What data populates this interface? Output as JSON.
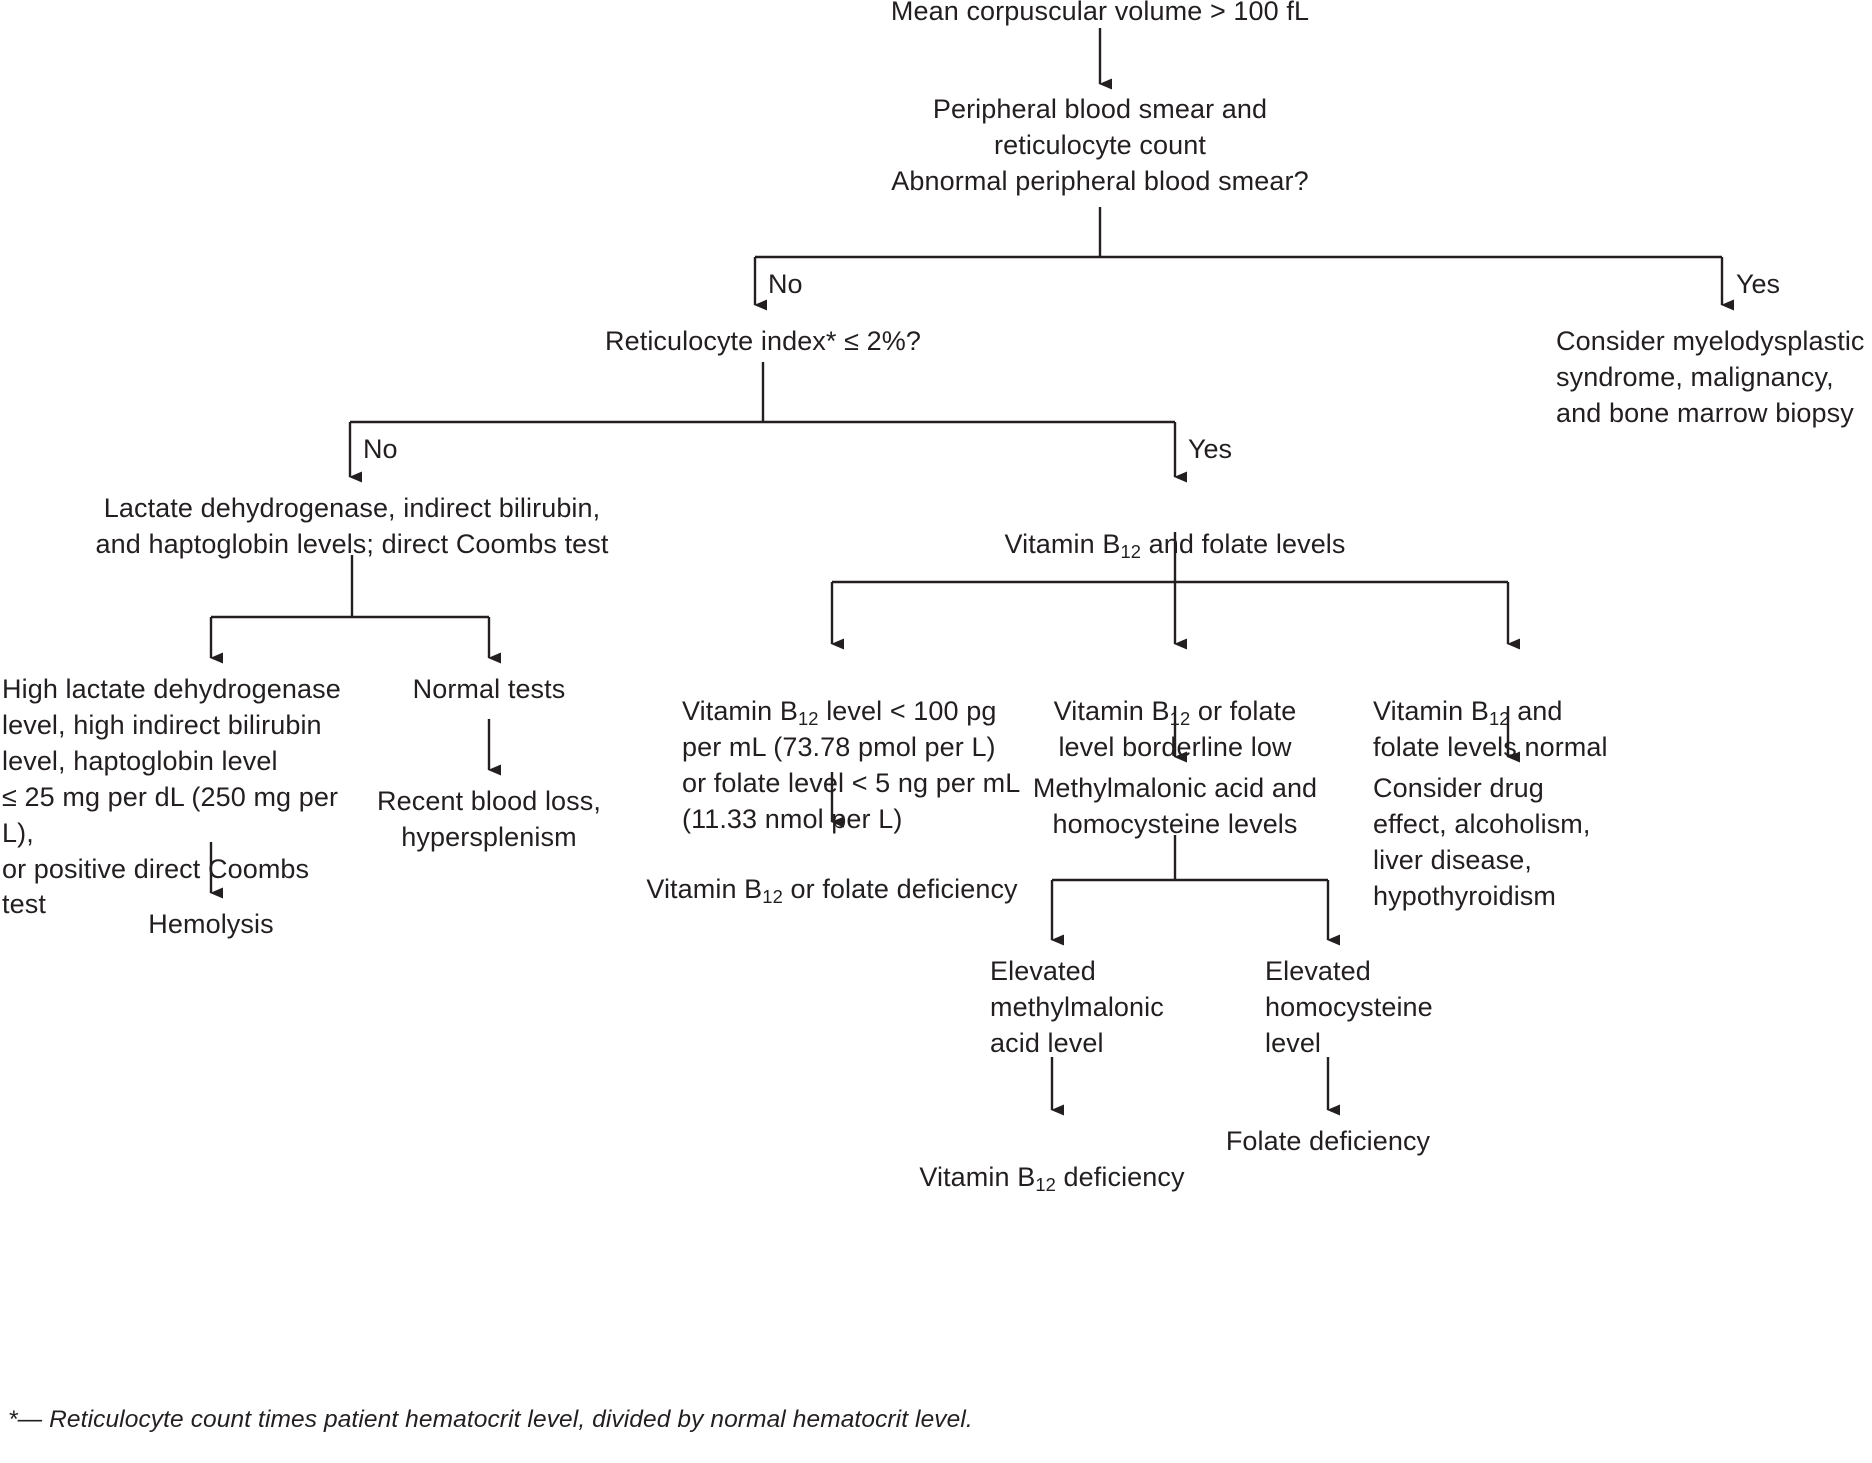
{
  "diagram": {
    "type": "flowchart",
    "title": "Evaluation of macrocytic anemia (mean corpuscular volume > 100 fL)",
    "background_color": "#ffffff",
    "line_color": "#231f20",
    "text_color": "#231f20",
    "nodes": {
      "mcv": "Mean corpuscular volume > 100 fL",
      "smear": "Peripheral blood smear and\nreticulocyte count\nAbnormal peripheral blood smear?",
      "myelodysplastic": "Consider myelodysplastic\nsyndrome, malignancy,\nand bone marrow biopsy",
      "retic_index": "Reticulocyte index* ≤ 2%?",
      "ldh_panel": "Lactate dehydrogenase, indirect bilirubin,\nand haptoglobin levels; direct Coombs test",
      "b12_folate": "Vitamin B12 and folate levels",
      "high_ldh": "High lactate dehydrogenase\nlevel, high indirect bilirubin\nlevel, haptoglobin level\n≤ 25 mg per dL (250 mg per L),\nor positive direct Coombs test",
      "normal_tests": "Normal tests",
      "hemolysis": "Hemolysis",
      "recent_blood_loss": "Recent blood loss,\nhypersplenism",
      "b12_low": "Vitamin B12 level < 100 pg\nper mL (73.78 pmol per L)\nor folate level < 5 ng per mL\n(11.33 nmol per L)",
      "b12_deficiency": "Vitamin B12 or folate deficiency",
      "borderline_low": "Vitamin B12 or folate\nlevel borderline low",
      "mma_homocysteine": "Methylmalonic acid and\nhomocysteine levels",
      "levels_normal": "Vitamin B12 and\nfolate levels normal",
      "consider_drug": "Consider drug\neffect, alcoholism,\nliver disease,\nhypothyroidism",
      "elevated_mma": "Elevated\nmethylmalonic\nacid level",
      "elevated_homocysteine": "Elevated\nhomocysteine\nlevel",
      "b12_def_final": "Vitamin B12 deficiency",
      "folate_def_final": "Folate deficiency"
    },
    "node_segments": {
      "b12_folate": [
        {
          "text": "Vitamin B"
        },
        {
          "text": "12",
          "sub": true
        },
        {
          "text": " and folate levels"
        }
      ],
      "b12_low": [
        {
          "text": "Vitamin B"
        },
        {
          "text": "12",
          "sub": true
        },
        {
          "text": " level < 100 pg"
        },
        {
          "break": true
        },
        {
          "text": "per mL (73.78 pmol per L)"
        },
        {
          "break": true
        },
        {
          "text": "or folate level < 5 ng per mL"
        },
        {
          "break": true
        },
        {
          "text": "(11.33 nmol per L)"
        }
      ],
      "b12_deficiency": [
        {
          "text": "Vitamin B"
        },
        {
          "text": "12",
          "sub": true
        },
        {
          "text": " or folate deficiency"
        }
      ],
      "borderline_low": [
        {
          "text": "Vitamin B"
        },
        {
          "text": "12",
          "sub": true
        },
        {
          "text": " or folate"
        },
        {
          "break": true
        },
        {
          "text": "level borderline low"
        }
      ],
      "levels_normal": [
        {
          "text": "Vitamin B"
        },
        {
          "text": "12",
          "sub": true
        },
        {
          "text": " and"
        },
        {
          "break": true
        },
        {
          "text": "folate levels normal"
        }
      ],
      "b12_def_final": [
        {
          "text": "Vitamin B"
        },
        {
          "text": "12",
          "sub": true
        },
        {
          "text": " deficiency"
        }
      ]
    },
    "edge_labels": {
      "smear_no": "No",
      "smear_yes": "Yes",
      "retic_no": "No",
      "retic_yes": "Yes"
    },
    "footnote": "*— Reticulocyte count times patient hematocrit level, divided by normal hematocrit level."
  }
}
